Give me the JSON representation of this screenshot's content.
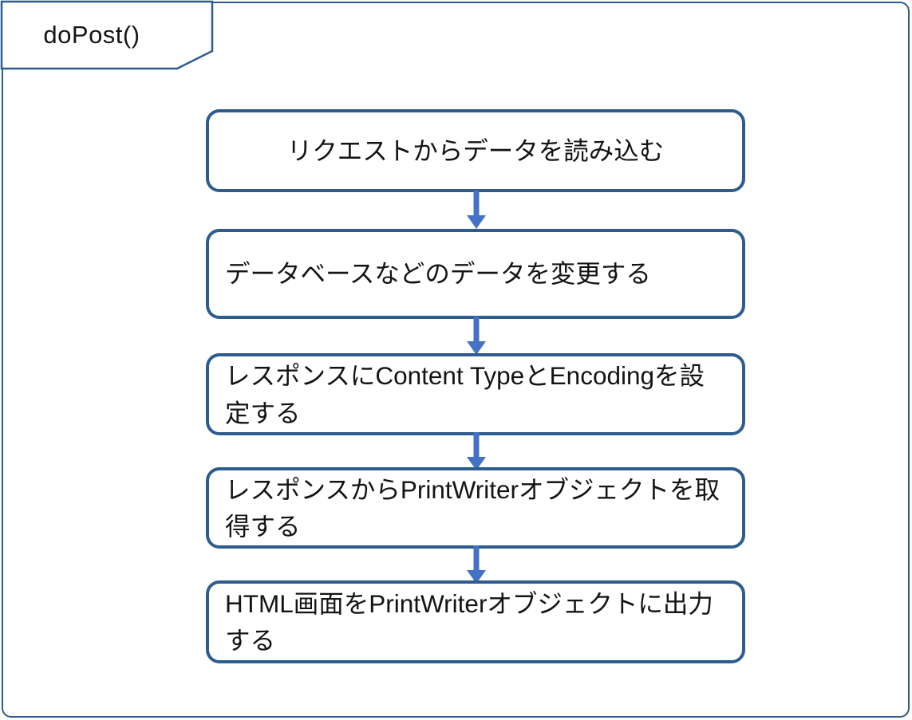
{
  "diagram": {
    "type": "flowchart",
    "frame_title": "doPost()",
    "steps": [
      {
        "label": "リクエストからデータを読み込む"
      },
      {
        "label": "データベースなどのデータを変更する"
      },
      {
        "label": "レスポンスにContent TypeとEncodingを設定する"
      },
      {
        "label": "レスポンスからPrintWriterオブジェクトを取得する"
      },
      {
        "label": "HTML画面をPrintWriterオブジェクトに出力する"
      }
    ],
    "flow_direction": "top-to-bottom",
    "colors": {
      "frame_border": "#2E5C8E",
      "box_border": "#2E5C8E",
      "box_fill": "#FFFFFF",
      "arrow": "#4472C4",
      "text": "#141414",
      "background": "#FFFFFF"
    }
  }
}
